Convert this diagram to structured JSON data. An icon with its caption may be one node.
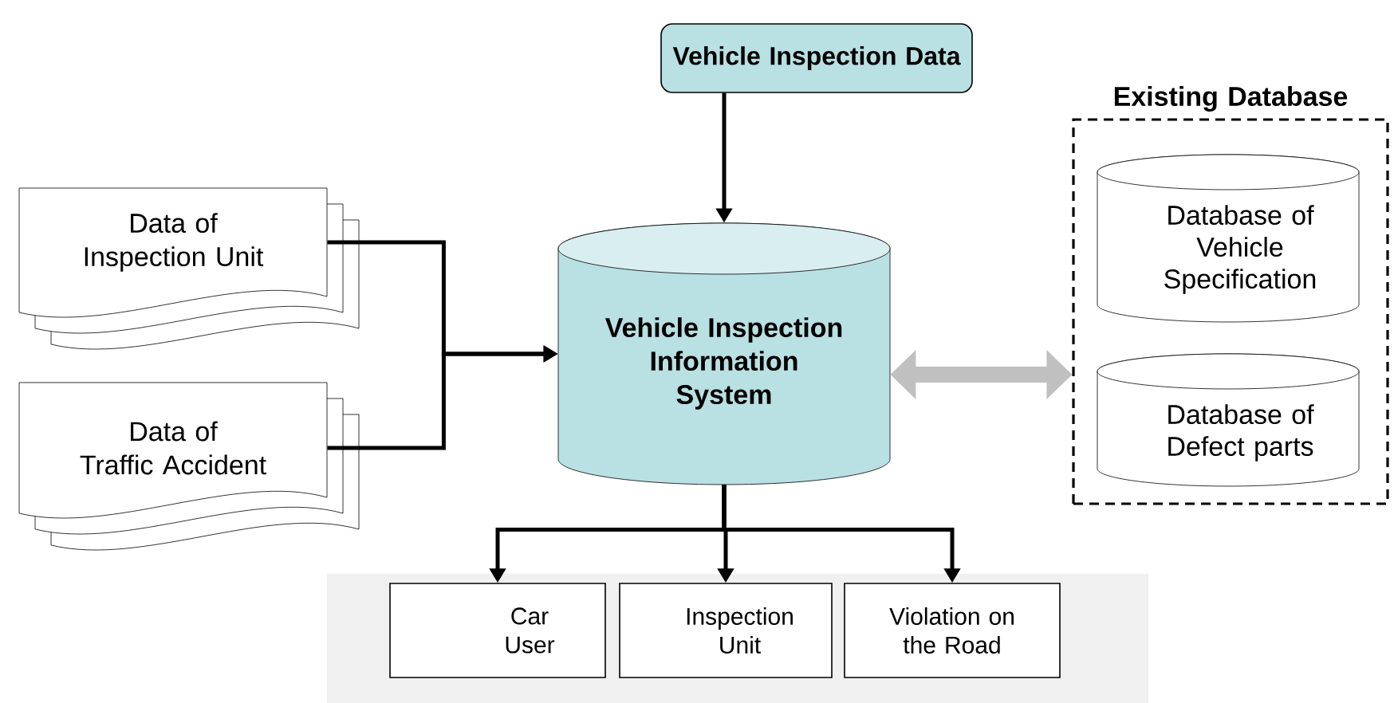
{
  "diagram": {
    "nodes": [
      {
        "text": [
          "Vehicle Inspection Data"
        ]
      },
      {
        "text": [
          "Data of Inspection Unit"
        ]
      },
      {
        "text": [
          "Data of Traffic Accident"
        ]
      },
      {
        "text": [
          "Vehicle Inspection Information System"
        ]
      },
      {
        "text": [
          "Existing Database"
        ]
      },
      {
        "text": [
          "Database of Vehicle Specification"
        ],
        "in": 4
      },
      {
        "text": [
          "Database of Defect parts"
        ],
        "in": 4
      },
      {
        "text": [
          "Car User"
        ]
      },
      {
        "text": [
          "Inspection Unit"
        ]
      },
      {
        "text": [
          "Violation on the Road"
        ]
      }
    ],
    "edges": [
      {
        "from": 0,
        "to": 3,
        "arrow": "to"
      },
      {
        "from": 1,
        "to": 3,
        "arrow": "to"
      },
      {
        "from": 2,
        "to": 3,
        "arrow": "to"
      },
      {
        "from": 3,
        "to": 4,
        "arrow": "both",
        "style": "thick",
        "color": "#c0c0c0"
      },
      {
        "from": 3,
        "to": 7,
        "arrow": "to"
      },
      {
        "from": 3,
        "to": 8,
        "arrow": "to"
      },
      {
        "from": 3,
        "to": 9,
        "arrow": "to"
      }
    ]
  }
}
